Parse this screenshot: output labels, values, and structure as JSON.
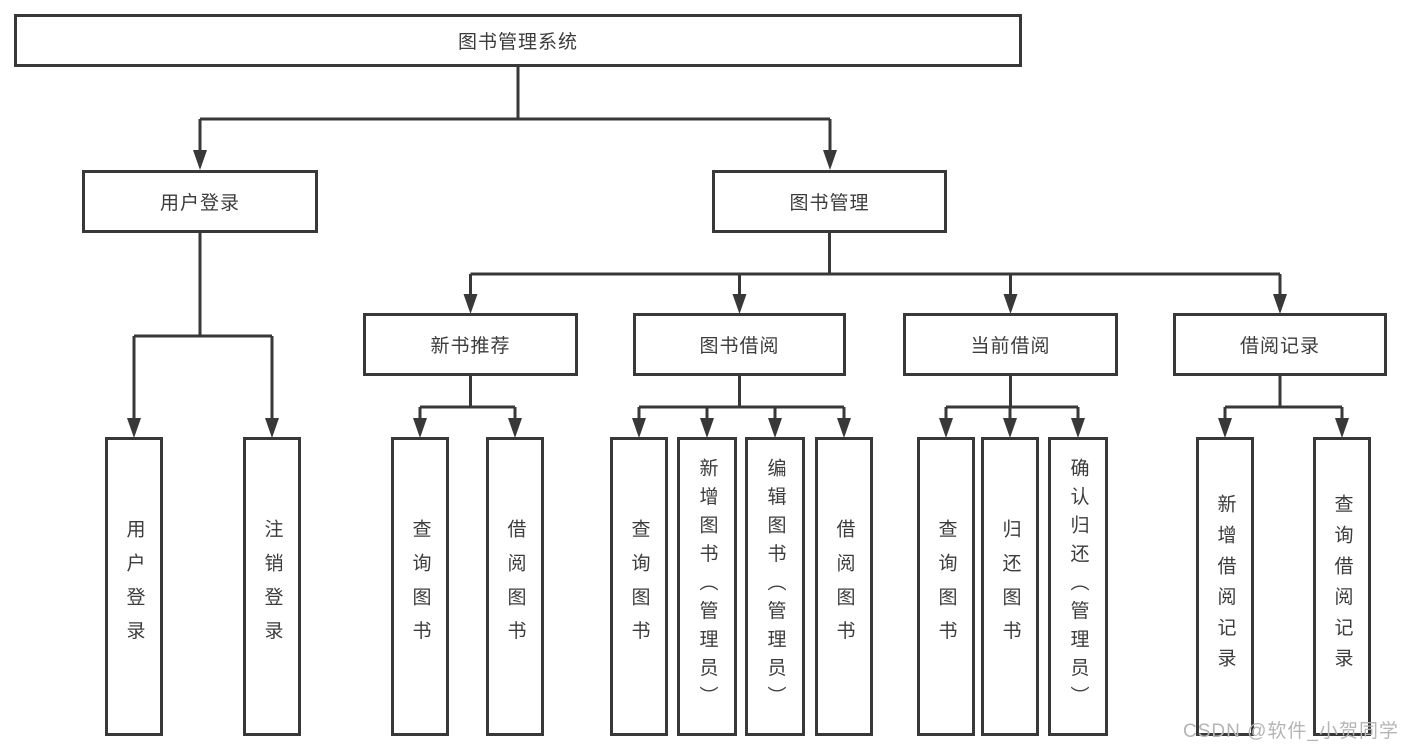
{
  "colors": {
    "line": "#383838",
    "box_background": "#ffffff",
    "text": "#3c3c3c",
    "watermark_text": "#b5b5b5"
  },
  "watermark": {
    "text": "CSDN @软件_小贺同学"
  },
  "tree": {
    "root": {
      "label": "图书管理系统",
      "children": [
        {
          "label": "用户登录",
          "children": [
            {
              "label": "用户登录"
            },
            {
              "label": "注销登录"
            }
          ]
        },
        {
          "label": "图书管理",
          "children": [
            {
              "label": "新书推荐",
              "children": [
                {
                  "label": "查询图书"
                },
                {
                  "label": "借阅图书"
                }
              ]
            },
            {
              "label": "图书借阅",
              "children": [
                {
                  "label": "查询图书"
                },
                {
                  "label": "新增图书（管理员）"
                },
                {
                  "label": "编辑图书（管理员）"
                },
                {
                  "label": "借阅图书"
                }
              ]
            },
            {
              "label": "当前借阅",
              "children": [
                {
                  "label": "查询图书"
                },
                {
                  "label": "归还图书"
                },
                {
                  "label": "确认归还（管理员）"
                }
              ]
            },
            {
              "label": "借阅记录",
              "children": [
                {
                  "label": "新增借阅记录"
                },
                {
                  "label": "查询借阅记录"
                }
              ]
            }
          ]
        }
      ]
    }
  }
}
